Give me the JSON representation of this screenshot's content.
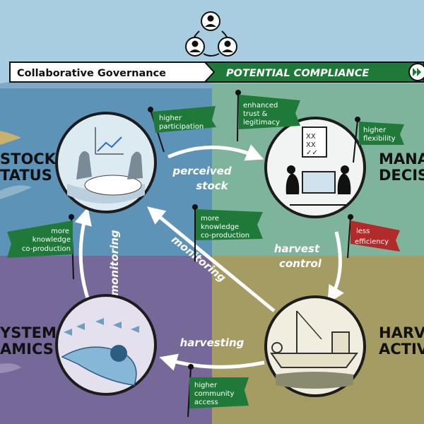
{
  "banner": {
    "left_label": "Collaborative Governance",
    "right_label": "POTENTIAL COMPLIANCE"
  },
  "quadrants": {
    "top_left": {
      "line1": "STOCK",
      "line2": "TATUS",
      "color": "#5E93B8"
    },
    "top_right": {
      "line1": "MANA",
      "line2": "DECIS",
      "color": "#7FB49C"
    },
    "bottom_left": {
      "line1": "YSTEM",
      "line2": "AMICS",
      "color": "#77689A"
    },
    "bottom_right": {
      "line1": "HARV",
      "line2": "ACTIV",
      "color": "#A59C64"
    }
  },
  "arrows": {
    "perceived_stock": {
      "line1": "perceived",
      "line2": "stock"
    },
    "harvest_control": {
      "line1": "harvest",
      "line2": "control"
    },
    "harvesting": "harvesting",
    "monitoring_left": "monitoring",
    "monitoring_diag": "monitoring"
  },
  "flags": {
    "higher_participation": {
      "lines": [
        "higher",
        "participation"
      ],
      "color": "#1F7A3A"
    },
    "trust": {
      "lines": [
        "enhanced",
        "trust &",
        "legitimacy"
      ],
      "color": "#1F7A3A"
    },
    "flexibility": {
      "lines": [
        "higher",
        "flexibility"
      ],
      "color": "#1F7A3A"
    },
    "less_efficiency": {
      "lines": [
        "less",
        "efficiency"
      ],
      "color": "#B22A2A"
    },
    "coproduction_center": {
      "lines": [
        "more",
        "knowledge",
        "co-production"
      ],
      "color": "#1F7A3A"
    },
    "coproduction_left": {
      "lines": [
        "more",
        "knowledge",
        "co-production"
      ],
      "color": "#1F7A3A"
    },
    "community_access": {
      "lines": [
        "higher",
        "community",
        "access"
      ],
      "color": "#1F7A3A"
    }
  },
  "icons": {
    "people": "people-cycle-icon",
    "fast_forward": "fast-forward-icon",
    "checklist": "checklist-icon",
    "chart": "line-chart-icon"
  }
}
